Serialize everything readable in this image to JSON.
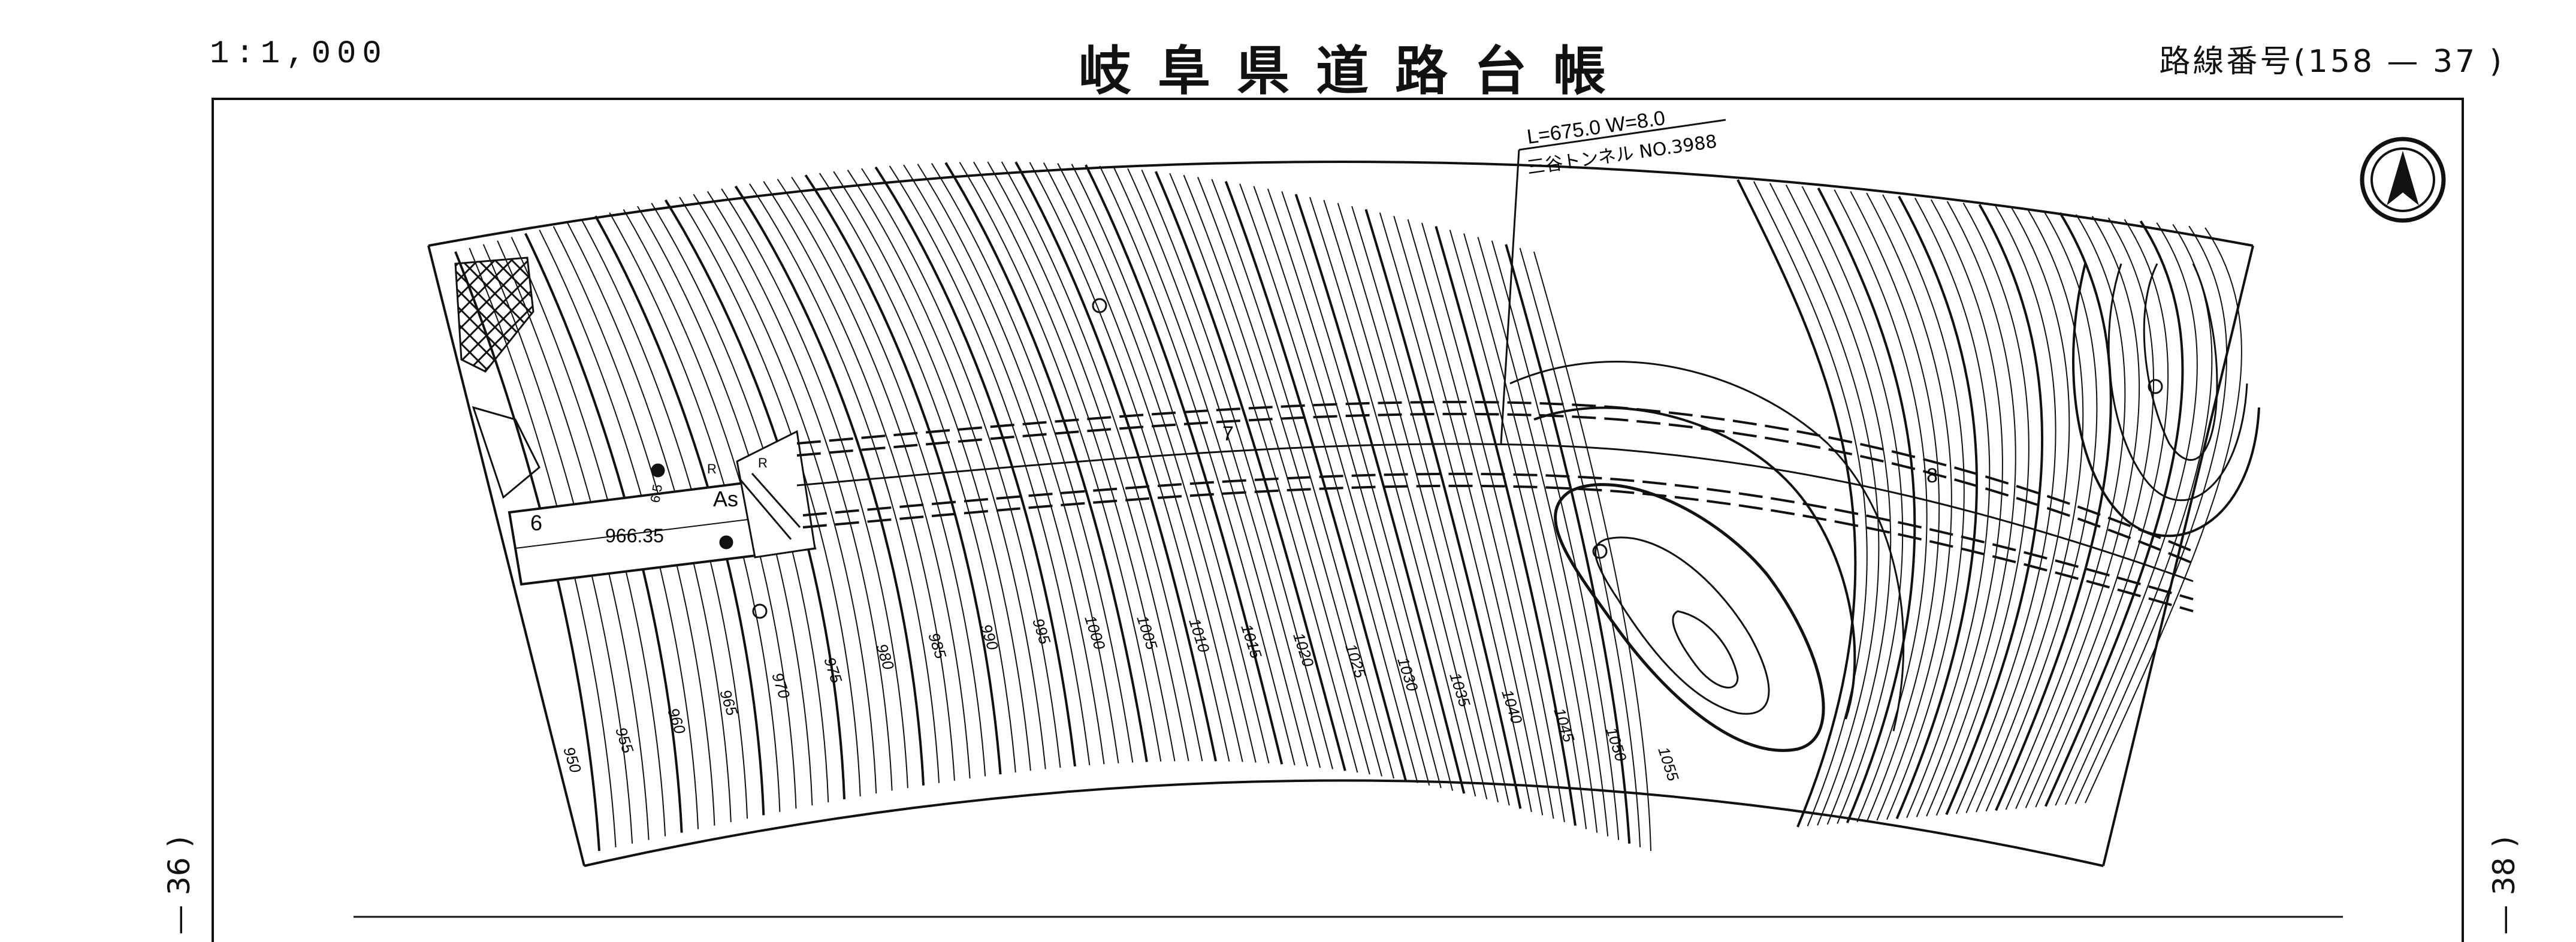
{
  "header": {
    "scale": "1:1,000",
    "title": "岐阜県道路台帳",
    "route_number": "路線番号(158 — 37 )"
  },
  "side": {
    "left_page": "— 36 )",
    "right_page": "— 38 )"
  },
  "map": {
    "tunnel_label_line1": "L=675.0 W=8.0",
    "tunnel_label_line2": "三谷トンネル NO.3988",
    "station_6": "6",
    "station_7": "7",
    "station_8": "8",
    "elevation_point": "966.35",
    "surface_label": "As",
    "dim_a": "6.5",
    "dim_b": "R",
    "dim_c": "R",
    "contour_labels": [
      "950",
      "955",
      "960",
      "965",
      "970",
      "975",
      "980",
      "985",
      "990",
      "995",
      "1000",
      "1005",
      "1010",
      "1015",
      "1020",
      "1025",
      "1030",
      "1035",
      "1040",
      "1045",
      "1050",
      "1055"
    ]
  }
}
